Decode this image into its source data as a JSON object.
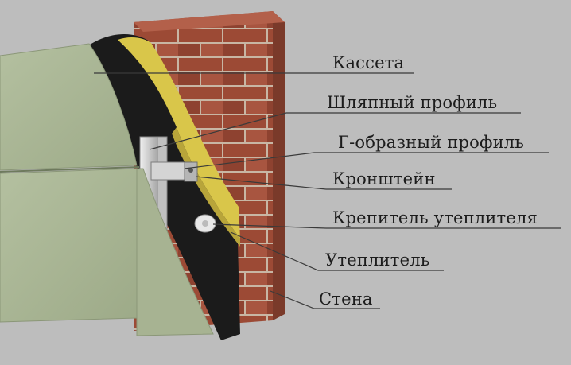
{
  "labels": {
    "cassette": "Кассета",
    "hat_profile": "Шляпный профиль",
    "g_profile": "Г-образный профиль",
    "bracket": "Кронштейн",
    "insulation_fastener": "Крепитель утеплителя",
    "insulation": "Утеплитель",
    "wall": "Стена"
  },
  "colors": {
    "background": "#bdbdbd",
    "panel": "#a9b595",
    "brick": "#9a4a34",
    "mortar": "#c9b8a8",
    "membrane": "#1b1b1b",
    "insulation": "#d9c64a",
    "profile": "#d2d2d2"
  }
}
